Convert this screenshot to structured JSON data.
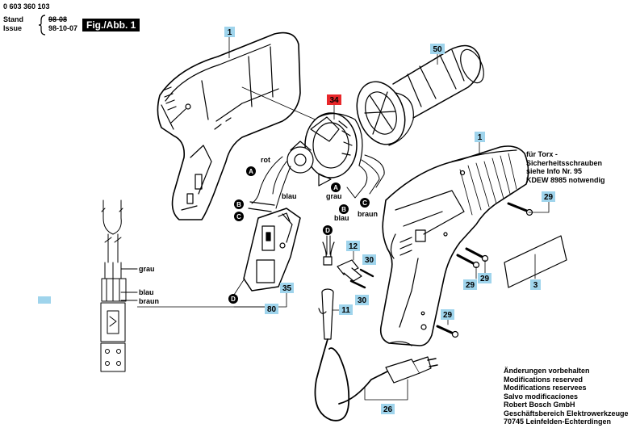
{
  "header": {
    "part_number": "0 603 360 103",
    "stand_label": "Stand",
    "stand_old": "98-08",
    "issue_label": "Issue",
    "issue_date": "98-10-07",
    "fig_label": "Fig./Abb. 1"
  },
  "callouts": {
    "c1a": "1",
    "c1b": "1",
    "c3": "3",
    "c11": "11",
    "c12": "12",
    "c26": "26",
    "c29a": "29",
    "c29b": "29",
    "c29c": "29",
    "c29d": "29",
    "c30a": "30",
    "c30b": "30",
    "c34": "34",
    "c35": "35",
    "c50": "50",
    "c80": "80"
  },
  "markers": {
    "a1": "A",
    "a2": "A",
    "b1": "B",
    "b2": "B",
    "c1": "C",
    "c2": "C",
    "d1": "D",
    "d2": "D"
  },
  "wire_labels": {
    "rot": "rot",
    "blau1": "blau",
    "grau1": "grau",
    "braun1": "braun",
    "grau2": "grau",
    "blau2": "blau",
    "braun2": "braun"
  },
  "torx_note": [
    "für Torx -",
    "Sicherheitsschrauben",
    "siehe Info Nr. 95",
    "KDEW 8985 notwendig"
  ],
  "footer_note": [
    "Änderungen vorbehalten",
    "Modifications reserved",
    "Modifications reservees",
    "Salvo modificaciones",
    "Robert Bosch GmbH",
    "Geschäftsbereich Elektrowerkzeuge",
    "70745 Leinfelden-Echterdingen"
  ],
  "colors": {
    "callout_fill": "#9fd4ec",
    "callout_highlight": "#e8272a",
    "line": "#000000"
  }
}
